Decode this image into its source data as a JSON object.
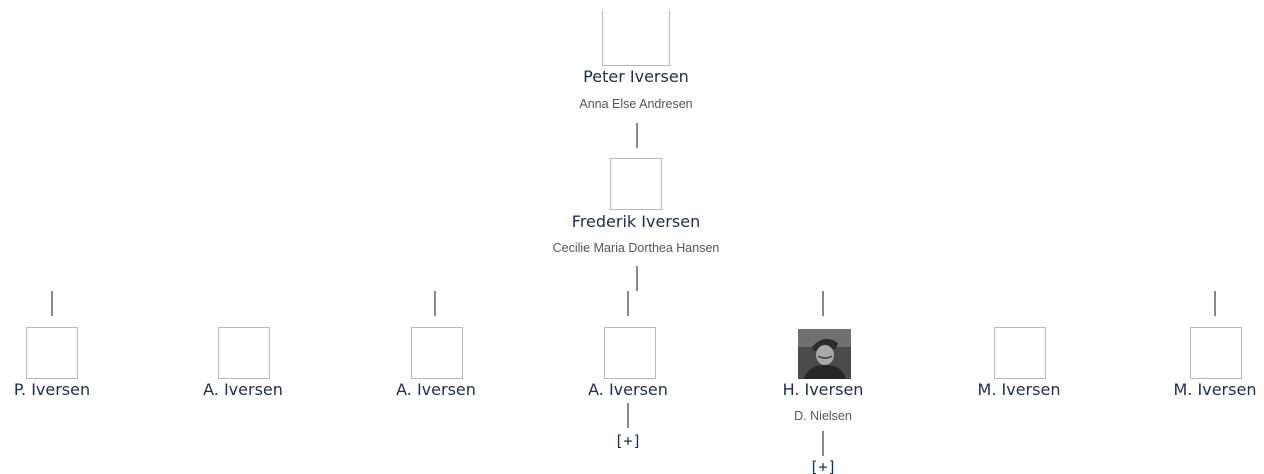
{
  "generation_1": {
    "name": "Peter Iversen",
    "spouse": "Anna Else Andresen"
  },
  "generation_2": {
    "name": "Frederik Iversen",
    "spouse": "Cecilie Maria Dorthea Hansen"
  },
  "children": [
    {
      "name": "P. Iversen",
      "spouse": "",
      "expand": "",
      "photo": false
    },
    {
      "name": "A. Iversen",
      "spouse": "",
      "expand": "",
      "photo": false
    },
    {
      "name": "A. Iversen",
      "spouse": "",
      "expand": "",
      "photo": false
    },
    {
      "name": "A. Iversen",
      "spouse": "",
      "expand": "[+]",
      "photo": false
    },
    {
      "name": "H. Iversen",
      "spouse": "D. Nielsen",
      "expand": "[+]",
      "photo": true
    },
    {
      "name": "M. Iversen",
      "spouse": "",
      "expand": "",
      "photo": false
    },
    {
      "name": "M. Iversen",
      "spouse": "",
      "expand": "",
      "photo": false
    }
  ],
  "icons": {
    "placeholder": "person-placeholder-icon",
    "photo": "person-photo-icon"
  },
  "colors": {
    "name_text": "#1e2d4a",
    "spouse_text": "#555555",
    "connector": "#888888",
    "box_border": "#b8b8b8"
  }
}
